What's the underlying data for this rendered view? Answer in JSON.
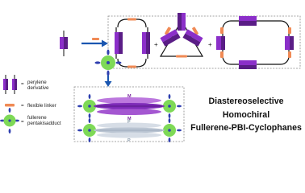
{
  "legend": {
    "perylene": "perylene derivative",
    "linker": "flexible linker",
    "fullerene": "fullerene pentakisadduct"
  },
  "labels": {
    "equals": "=",
    "plus": "+",
    "m": "M",
    "p": "P"
  },
  "title": {
    "line1": "Diastereoselective",
    "line2": "Homochiral",
    "line3": "Fullerene-PBI-Cyclophanes"
  },
  "colors": {
    "perylene": "#8b2fc9",
    "perylene_dark": "#5a1d86",
    "linker": "#f08a55",
    "fullerene": "#7ed957",
    "fullerene_addend": "#3040b0",
    "arrow": "#1a56b0",
    "box_border": "#888888"
  },
  "icons": [
    "perylene-monomer-icon",
    "cyclophane-dimer-icon",
    "cyclophane-trimer-icon",
    "cyclophane-tetramer-icon",
    "fullerene-pentakisadduct-icon",
    "stacked-complex-icon"
  ]
}
